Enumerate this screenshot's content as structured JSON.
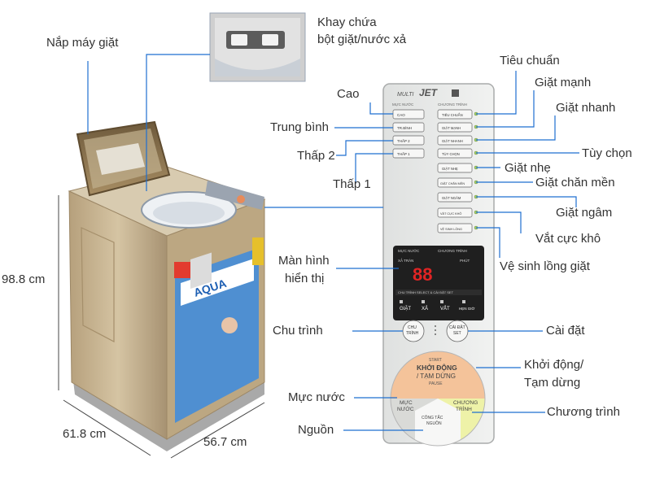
{
  "labels": {
    "lid": "Nắp máy giặt",
    "tray_line1": "Khay chứa",
    "tray_line2": "bột giặt/nước xả",
    "water_high": "Cao",
    "water_medium": "Trung bình",
    "water_low2": "Thấp 2",
    "water_low1": "Thấp 1",
    "display_line1": "Màn hình",
    "display_line2": "hiển thị",
    "cycle": "Chu trình",
    "water_level": "Mực nước",
    "power": "Nguồn",
    "prog_standard": "Tiêu chuẩn",
    "prog_strong": "Giặt mạnh",
    "prog_quick": "Giặt nhanh",
    "prog_custom": "Tùy chọn",
    "prog_gentle": "Giặt nhẹ",
    "prog_blanket": "Giặt chăn mền",
    "prog_soak": "Giặt ngâm",
    "prog_extra_dry": "Vắt cực khô",
    "prog_tub_clean": "Vệ sinh lồng giặt",
    "settings": "Cài đặt",
    "start_line1": "Khởi động/",
    "start_line2": "Tạm dừng",
    "program": "Chương trình"
  },
  "dimensions": {
    "height": "98.8 cm",
    "depth": "61.8 cm",
    "width": "56.7 cm"
  },
  "panel": {
    "brand_multi": "MULTI",
    "brand_jet": "JET",
    "col_water": "MỰC NƯỚC",
    "col_program": "CHƯƠNG TRÌNH",
    "water_buttons": [
      "CAO",
      "TR.BÌNH",
      "THẤP 2",
      "THẤP 1"
    ],
    "program_buttons": [
      "TIÊU CHUẨN",
      "GIẶT MẠNH",
      "GIẶT NHANH",
      "TÙY CHỌN",
      "GIẶT NHẸ",
      "GIẶT CHĂN MỀN",
      "GIẶT NGÂM",
      "VẮT CỰC KHÔ",
      "VỆ SINH LỒNG"
    ],
    "display_header_left": "MỰC NƯỚC",
    "display_header_right": "CHƯƠNG TRÌNH",
    "display_rinse": "XẢ TRÀN",
    "display_minutes": "PHÚT",
    "display_digits": "88",
    "cycle_strip": "CHU TRÌNH SELECT & CÀI ĐẶT SET",
    "cycle_wash": "GIẶT",
    "cycle_rinse": "XẢ",
    "cycle_spin": "VẮT",
    "cycle_timer": "HẸN GIỜ",
    "btn_cycle_1": "CHU",
    "btn_cycle_2": "TRÌNH",
    "btn_set_1": "CÀI ĐẶT",
    "btn_set_2": "SET",
    "start_top": "START",
    "start_mid": "KHỞI ĐỘNG",
    "start_sub": "/ TẠM DỪNG",
    "start_pause": "PAUSE",
    "btn_water_1": "MỰC",
    "btn_water_2": "NƯỚC",
    "btn_power_1": "CÔNG TẮC",
    "btn_power_2": "NGUỒN",
    "btn_program_1": "CHƯƠNG",
    "btn_program_2": "TRÌNH"
  },
  "machine": {
    "brand": "AQUA"
  },
  "colors": {
    "leader_line": "#1e6fd0",
    "panel_bg": "#e9ebea",
    "body": "#c7b28e",
    "start_button": "#f4c39a",
    "program_button": "#eef2a8",
    "water_button": "#d9dad7",
    "display": "#1f1f1f",
    "digits": "#e02424"
  }
}
